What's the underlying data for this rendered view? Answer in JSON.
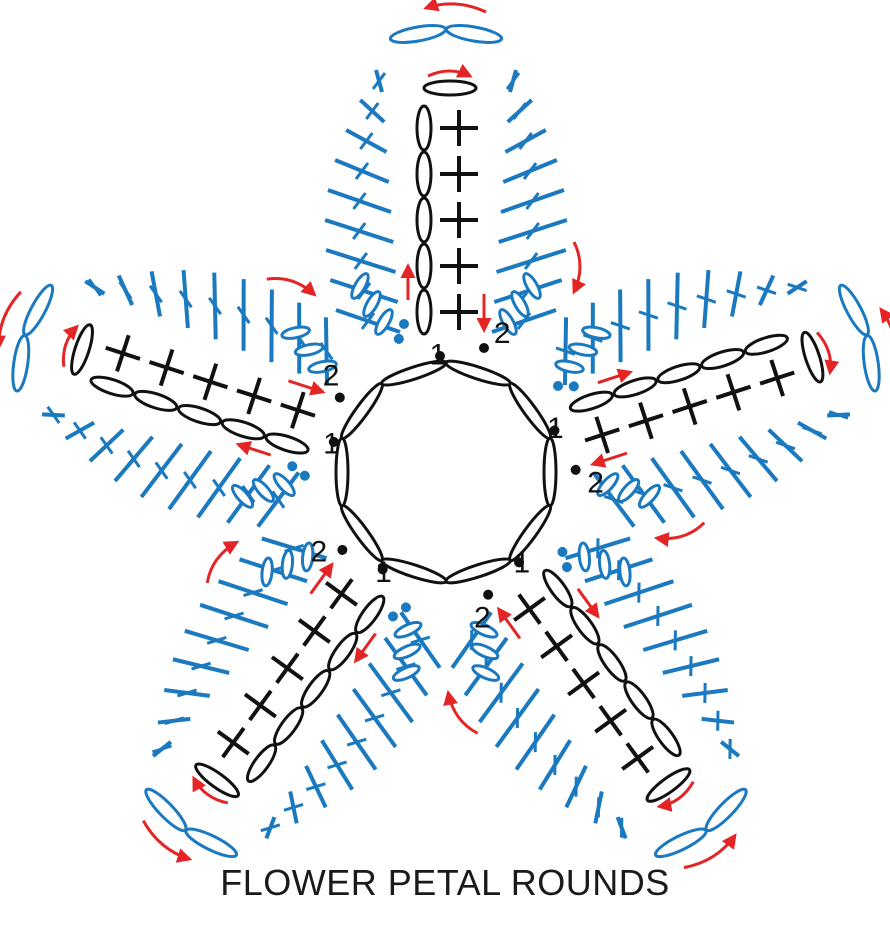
{
  "caption": "FLOWER PETAL ROUNDS",
  "round_labels": {
    "round1": "1",
    "round2": "2"
  },
  "colors": {
    "round1": "#111111",
    "round2": "#1b79bf",
    "direction": "#e42526"
  },
  "petal_count": 5
}
